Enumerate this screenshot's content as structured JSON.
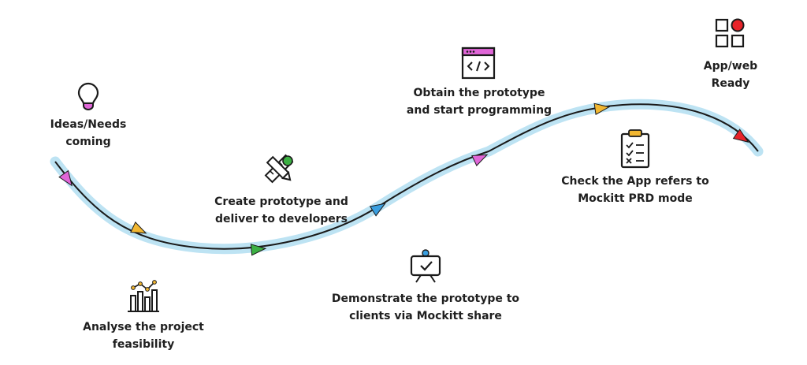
{
  "steps": [
    {
      "id": "ideas",
      "line1": "Ideas/Needs",
      "line2": "coming",
      "icon": "lightbulb-icon"
    },
    {
      "id": "analyse",
      "line1": "Analyse the project",
      "line2": "feasibility",
      "icon": "bar-chart-icon"
    },
    {
      "id": "create",
      "line1": "Create prototype and",
      "line2": "deliver to developers",
      "icon": "ruler-pencil-icon"
    },
    {
      "id": "demonstrate",
      "line1": "Demonstrate the prototype to",
      "line2": "clients via Mockitt share",
      "icon": "presentation-board-icon"
    },
    {
      "id": "obtain",
      "line1": "Obtain the prototype",
      "line2": "and start programming",
      "icon": "code-window-icon"
    },
    {
      "id": "check",
      "line1": "Check the App refers to",
      "line2": "Mockitt PRD mode",
      "icon": "clipboard-checklist-icon"
    },
    {
      "id": "ready",
      "line1": "App/web",
      "line2": "Ready",
      "icon": "app-grid-icon"
    }
  ],
  "colors": {
    "line": "#1a1a1a",
    "glow": "#bde3f3",
    "magenta": "#e066d8",
    "yellow": "#f2b731",
    "green": "#3cb043",
    "blue": "#3a9fe0",
    "red": "#e8232a",
    "text": "#1f1f1f"
  }
}
